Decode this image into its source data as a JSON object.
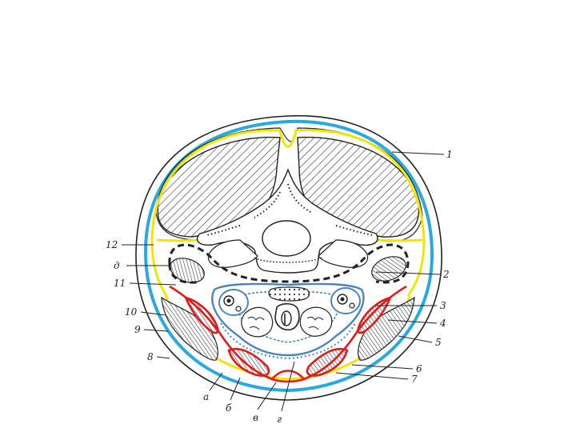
{
  "diagram": {
    "labels": {
      "l1": "1",
      "l2": "2",
      "l3": "3",
      "l4": "4",
      "l5": "5",
      "l6": "6",
      "l7": "7",
      "l8": "8",
      "l9": "9",
      "l10": "10",
      "l11": "11",
      "l12": "12",
      "la": "а",
      "lb": "б",
      "lv": "в",
      "lg": "г",
      "ld": "д"
    },
    "colors": {
      "outline": "#222222",
      "fascia_blue": "#29a9e0",
      "fascia_yellow": "#f2e600",
      "muscle_red": "#e01b1b",
      "visceral_blue": "#4a84c4"
    }
  }
}
